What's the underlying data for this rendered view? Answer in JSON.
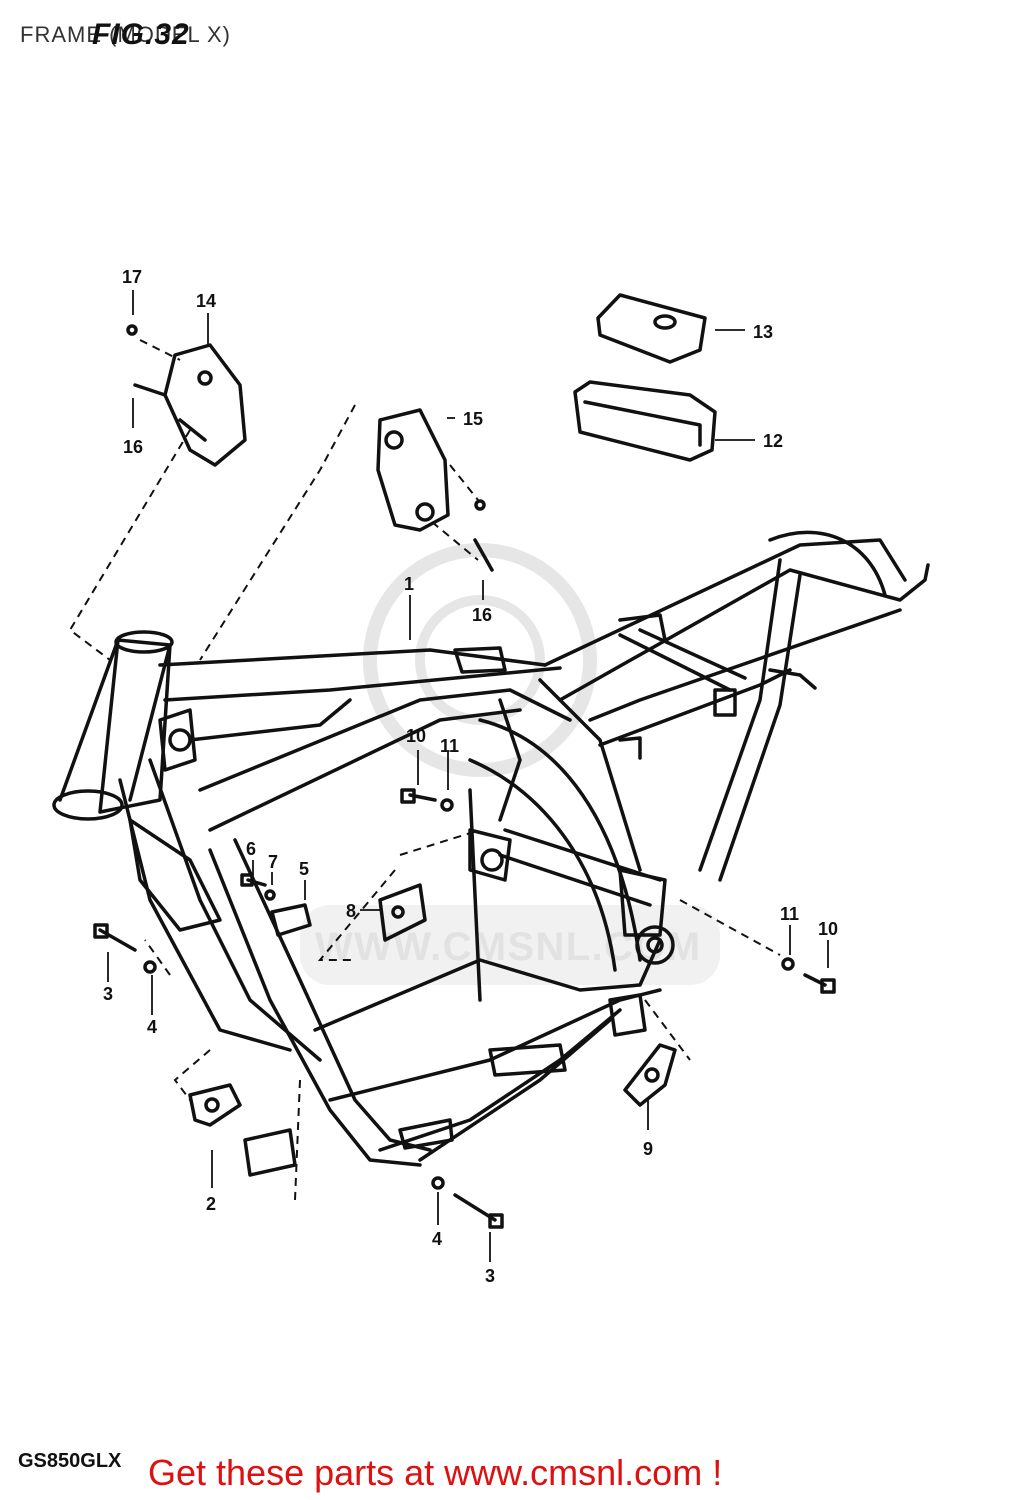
{
  "header": {
    "title": "FRAME (MODEL X)",
    "figure": "FIG.32"
  },
  "watermark": {
    "text": "WWW.CMSNL.COM"
  },
  "model_code": "GS850GLX",
  "footer": {
    "text": "Get these parts at www.cmsnl.com !",
    "color": "#dd1111"
  },
  "callouts": {
    "c1": "1",
    "c2": "2",
    "c3a": "3",
    "c3b": "3",
    "c4a": "4",
    "c4b": "4",
    "c5": "5",
    "c6": "6",
    "c7": "7",
    "c8": "8",
    "c9": "9",
    "c10a": "10",
    "c10b": "10",
    "c11a": "11",
    "c11b": "11",
    "c12": "12",
    "c13": "13",
    "c14": "14",
    "c15": "15",
    "c16a": "16",
    "c16b": "16",
    "c17": "17"
  }
}
